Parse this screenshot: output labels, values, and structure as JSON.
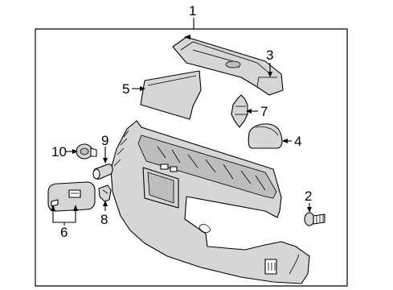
{
  "callouts": {
    "c1": "1",
    "c2": "2",
    "c3": "3",
    "c4": "4",
    "c5": "5",
    "c6": "6",
    "c7": "7",
    "c8": "8",
    "c9": "9",
    "c10": "10"
  },
  "colors": {
    "part_fill": "#d6d6d6",
    "part_shade": "#bdbdbd",
    "line": "#000000"
  }
}
